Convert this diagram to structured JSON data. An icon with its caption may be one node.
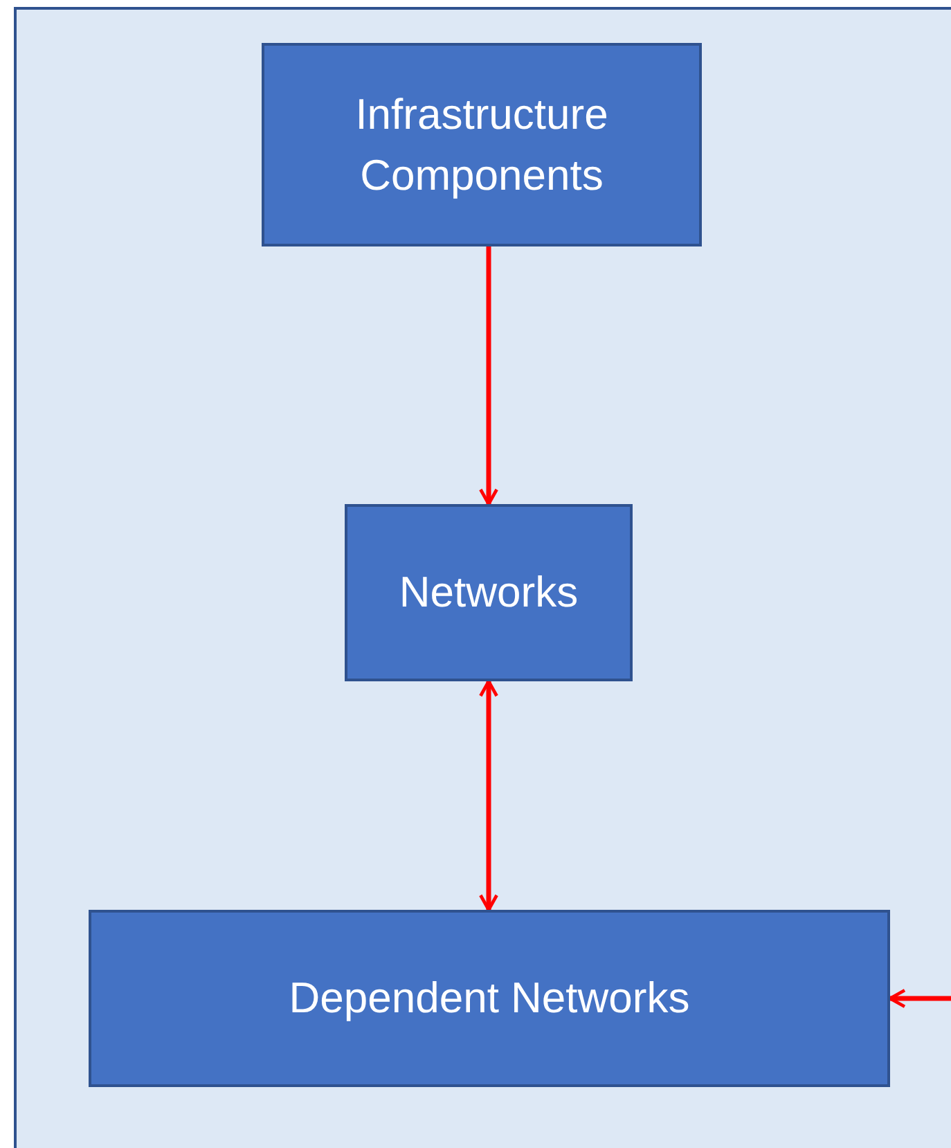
{
  "diagram": {
    "nodes": [
      {
        "text": [
          "Infrastructure Components"
        ]
      },
      {
        "text": [
          "Networks"
        ]
      },
      {
        "text": [
          "Dependent Networks"
        ]
      }
    ],
    "edges": [
      {
        "from": 0,
        "to": 1,
        "arrow": "to",
        "color": "#ff0000"
      },
      {
        "from": 1,
        "to": 2,
        "arrow": "both",
        "color": "#ff0000"
      },
      {
        "from": null,
        "to": 2,
        "arrow": "to",
        "color": "#ff0000"
      }
    ]
  }
}
